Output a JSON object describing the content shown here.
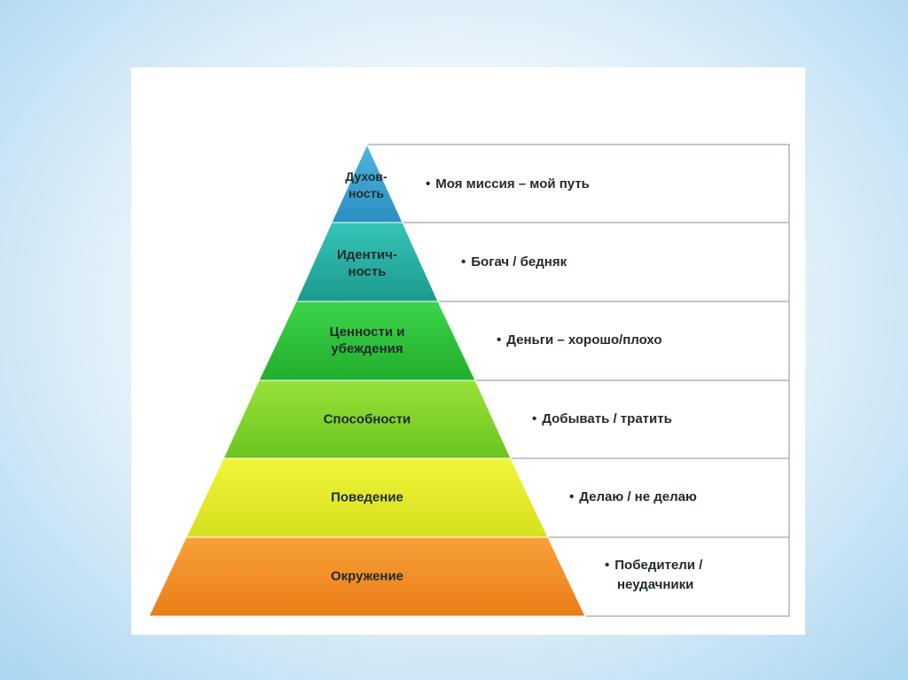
{
  "diagram": {
    "levels": [
      {
        "label_line1": "Духов-",
        "label_line2": "ность",
        "description": "Моя миссия – мой путь",
        "color_top": "#4fb4e0",
        "color_bottom": "#2a8fc0"
      },
      {
        "label_line1": "Идентич-",
        "label_line2": "ность",
        "description": "Богач / бедняк",
        "color_top": "#36c4b8",
        "color_bottom": "#1b9a8c"
      },
      {
        "label_line1": "Ценности и",
        "label_line2": "убеждения",
        "description": "Деньги – хорошо/плохо",
        "color_top": "#3ed44a",
        "color_bottom": "#21ad2c"
      },
      {
        "label_line1": "Способности",
        "label_line2": "",
        "description": "Добывать / тратить",
        "color_top": "#98e23a",
        "color_bottom": "#6cc41f"
      },
      {
        "label_line1": "Поведение",
        "label_line2": "",
        "description": "Делаю / не делаю",
        "color_top": "#f0f53a",
        "color_bottom": "#d6e01c"
      },
      {
        "label_line1": "Окружение",
        "label_line2": "",
        "description_line1": "Победители /",
        "description_line2": "неудачники",
        "color_top": "#f9a13a",
        "color_bottom": "#ea7d16"
      }
    ],
    "bullet": "•",
    "table_border_color": "#a9b7bd"
  }
}
